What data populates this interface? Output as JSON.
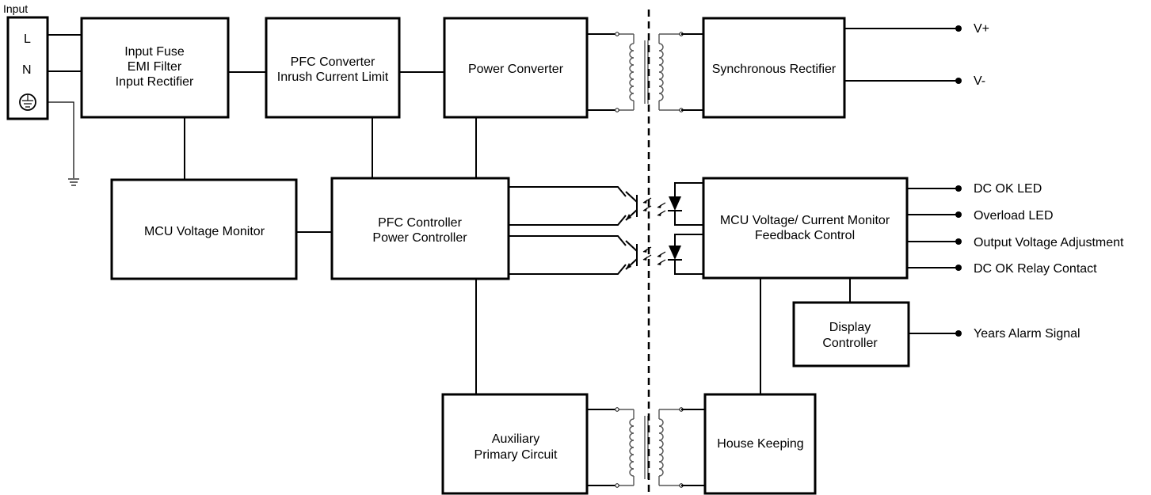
{
  "input": {
    "title": "Input",
    "terminals": [
      "L",
      "N"
    ]
  },
  "blocks": {
    "input_filter": [
      "Input Fuse",
      "EMI Filter",
      "Input Rectifier"
    ],
    "pfc_converter": [
      "PFC Converter",
      "Inrush Current Limit"
    ],
    "power_converter": [
      "Power Converter"
    ],
    "sync_rectifier": [
      "Synchronous Rectifier"
    ],
    "mcu_voltage_monitor": [
      "MCU Voltage Monitor"
    ],
    "pfc_controller": [
      "PFC Controller",
      "Power Controller"
    ],
    "mcu_feedback": [
      "MCU Voltage/ Current Monitor",
      "Feedback Control"
    ],
    "display_controller": [
      "Display",
      "Controller"
    ],
    "auxiliary": [
      "Auxiliary",
      "Primary Circuit"
    ],
    "house_keeping": [
      "House Keeping"
    ]
  },
  "outputs": {
    "v_plus": "V+",
    "v_minus": "V-",
    "dc_ok_led": "DC OK LED",
    "overload_led": "Overload LED",
    "output_voltage_adjustment": "Output Voltage Adjustment",
    "dc_ok_relay": "DC OK Relay Contact",
    "years_alarm": "Years Alarm Signal"
  },
  "icons": {
    "ground": "ground-icon",
    "earth": "protective-earth-icon",
    "transformer": "transformer-icon",
    "optocoupler": "optocoupler-icon"
  }
}
